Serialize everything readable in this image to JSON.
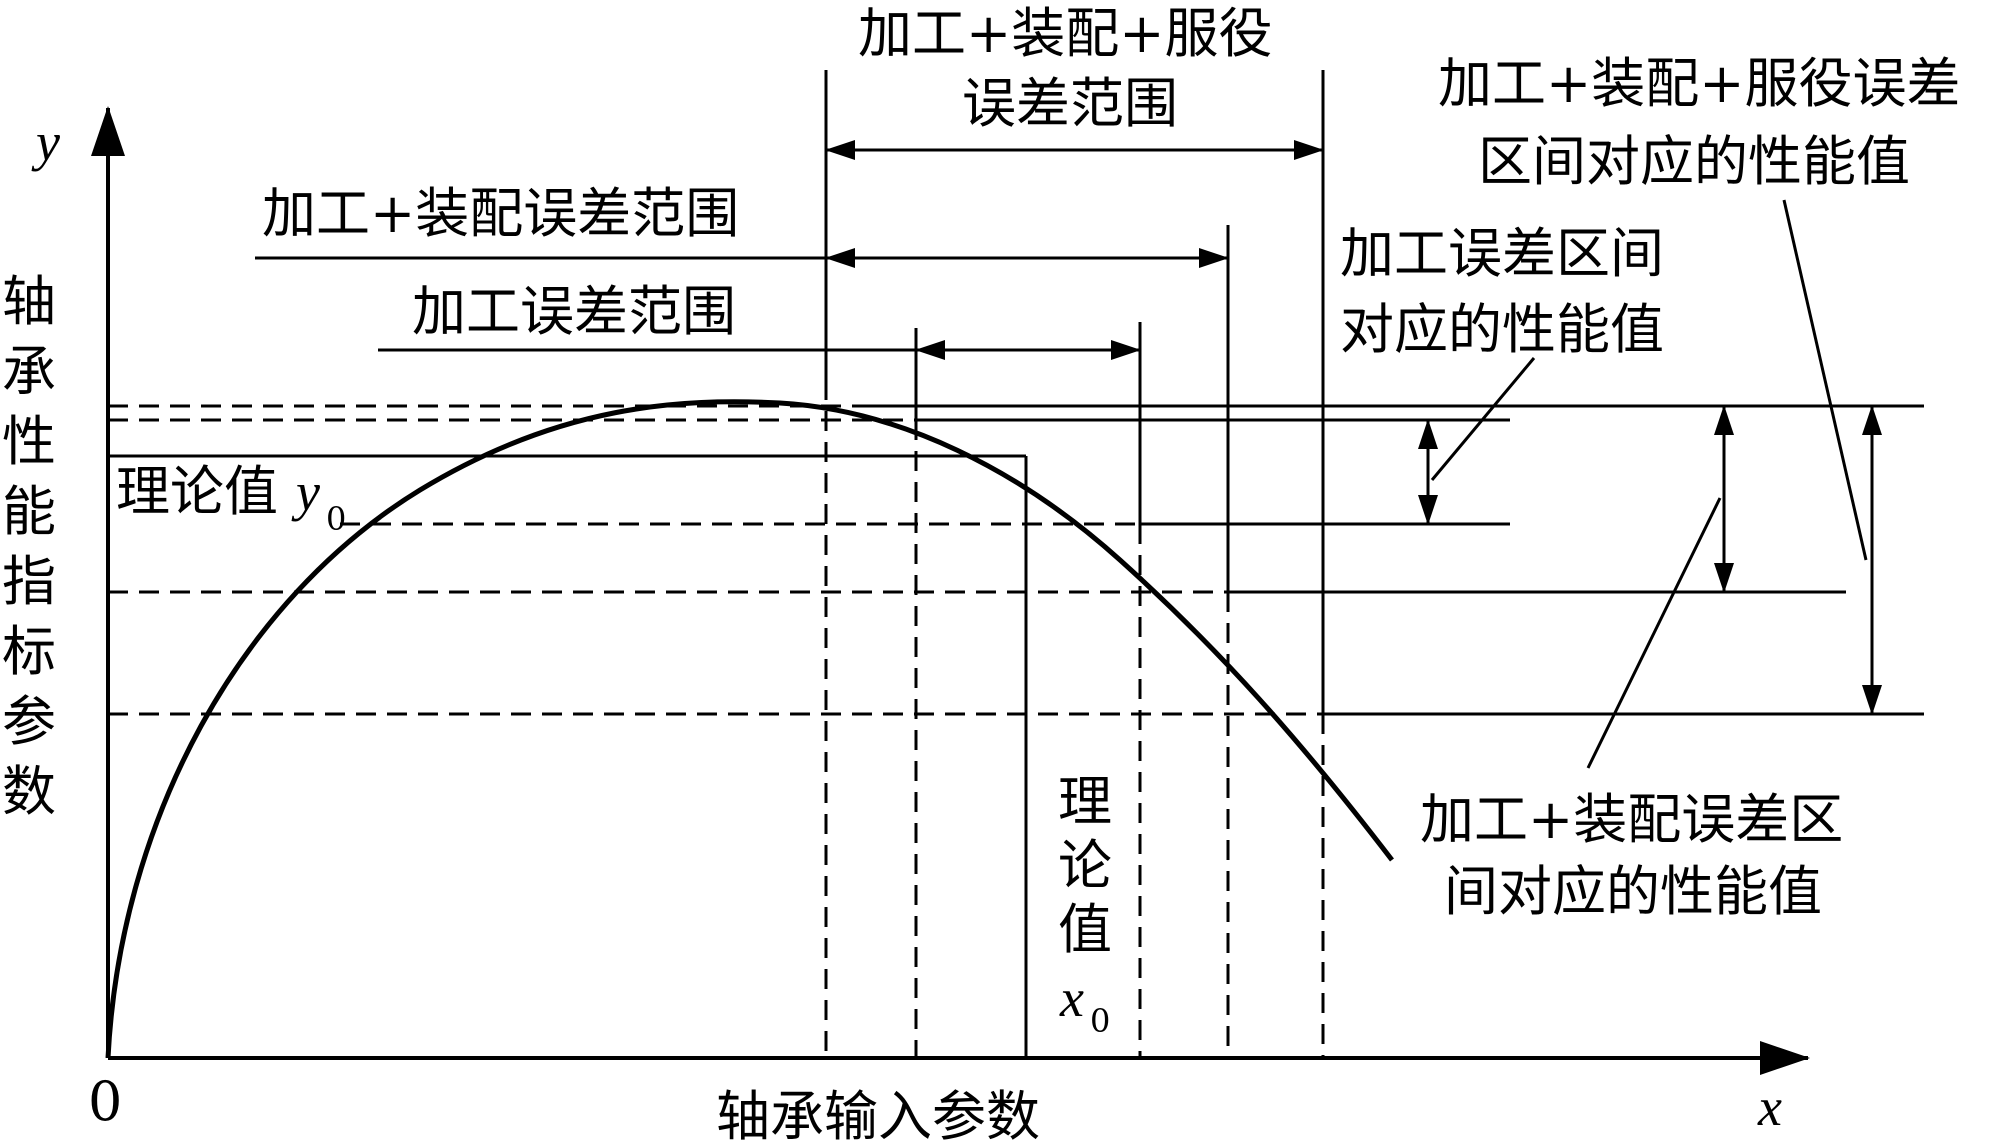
{
  "axes": {
    "y_symbol": "y",
    "x_symbol": "x",
    "origin": "0",
    "y_label": "轴承性能指标参数",
    "x_label": "轴承输入参数"
  },
  "labels": {
    "service_range_line1": "加工+装配+服役",
    "service_range_line2": "误差范围",
    "assembly_range": "加工+装配误差范围",
    "machining_range": "加工误差范围",
    "service_perf_line1": "加工+装配+服役误差",
    "service_perf_line2": "区间对应的性能值",
    "machining_perf_line1": "加工误差区间",
    "machining_perf_line2": "对应的性能值",
    "assembly_perf_line1": "加工+装配误差区",
    "assembly_perf_line2": "间对应的性能值",
    "theory_y_text": "理论值",
    "theory_y_symbol": "y",
    "theory_y_sub": "0",
    "theory_x_chars": [
      "理",
      "论",
      "值"
    ],
    "theory_x_symbol": "x",
    "theory_x_sub": "0"
  },
  "colors": {
    "ink": "#000000",
    "background": "#ffffff"
  }
}
